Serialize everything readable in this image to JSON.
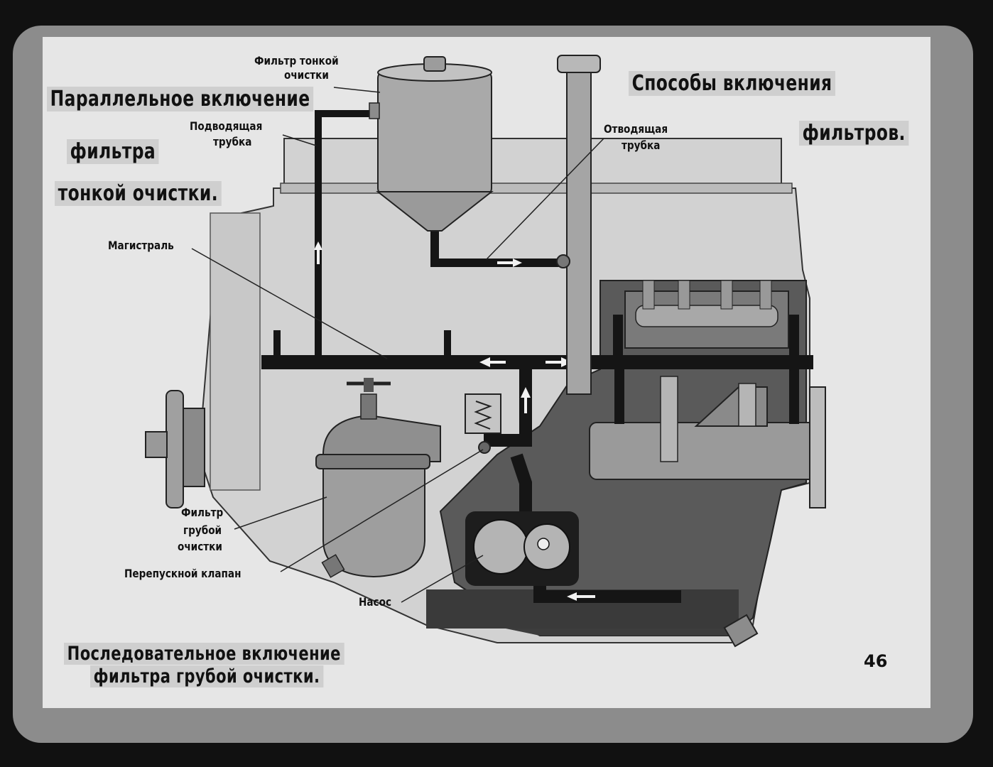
{
  "title": {
    "line1": "Способы включения",
    "line2": "фильтров."
  },
  "parallel": {
    "line1": "Параллельное включение",
    "line2": "фильтра",
    "line3": "тонкой очистки."
  },
  "sequential": {
    "line1": "Последовательное включение",
    "line2": "фильтра грубой очистки."
  },
  "labels": {
    "fine_filter_1": "Фильтр тонкой",
    "fine_filter_2": "очистки",
    "supply_tube_1": "Подводящая",
    "supply_tube_2": "трубка",
    "outlet_tube_1": "Отводящая",
    "outlet_tube_2": "трубка",
    "main_line": "Магистраль",
    "coarse_filter_1": "Фильтр",
    "coarse_filter_2": "грубой",
    "coarse_filter_3": "очистки",
    "bypass_valve": "Перепускной клапан",
    "pump": "Насос"
  },
  "page_number": "46"
}
